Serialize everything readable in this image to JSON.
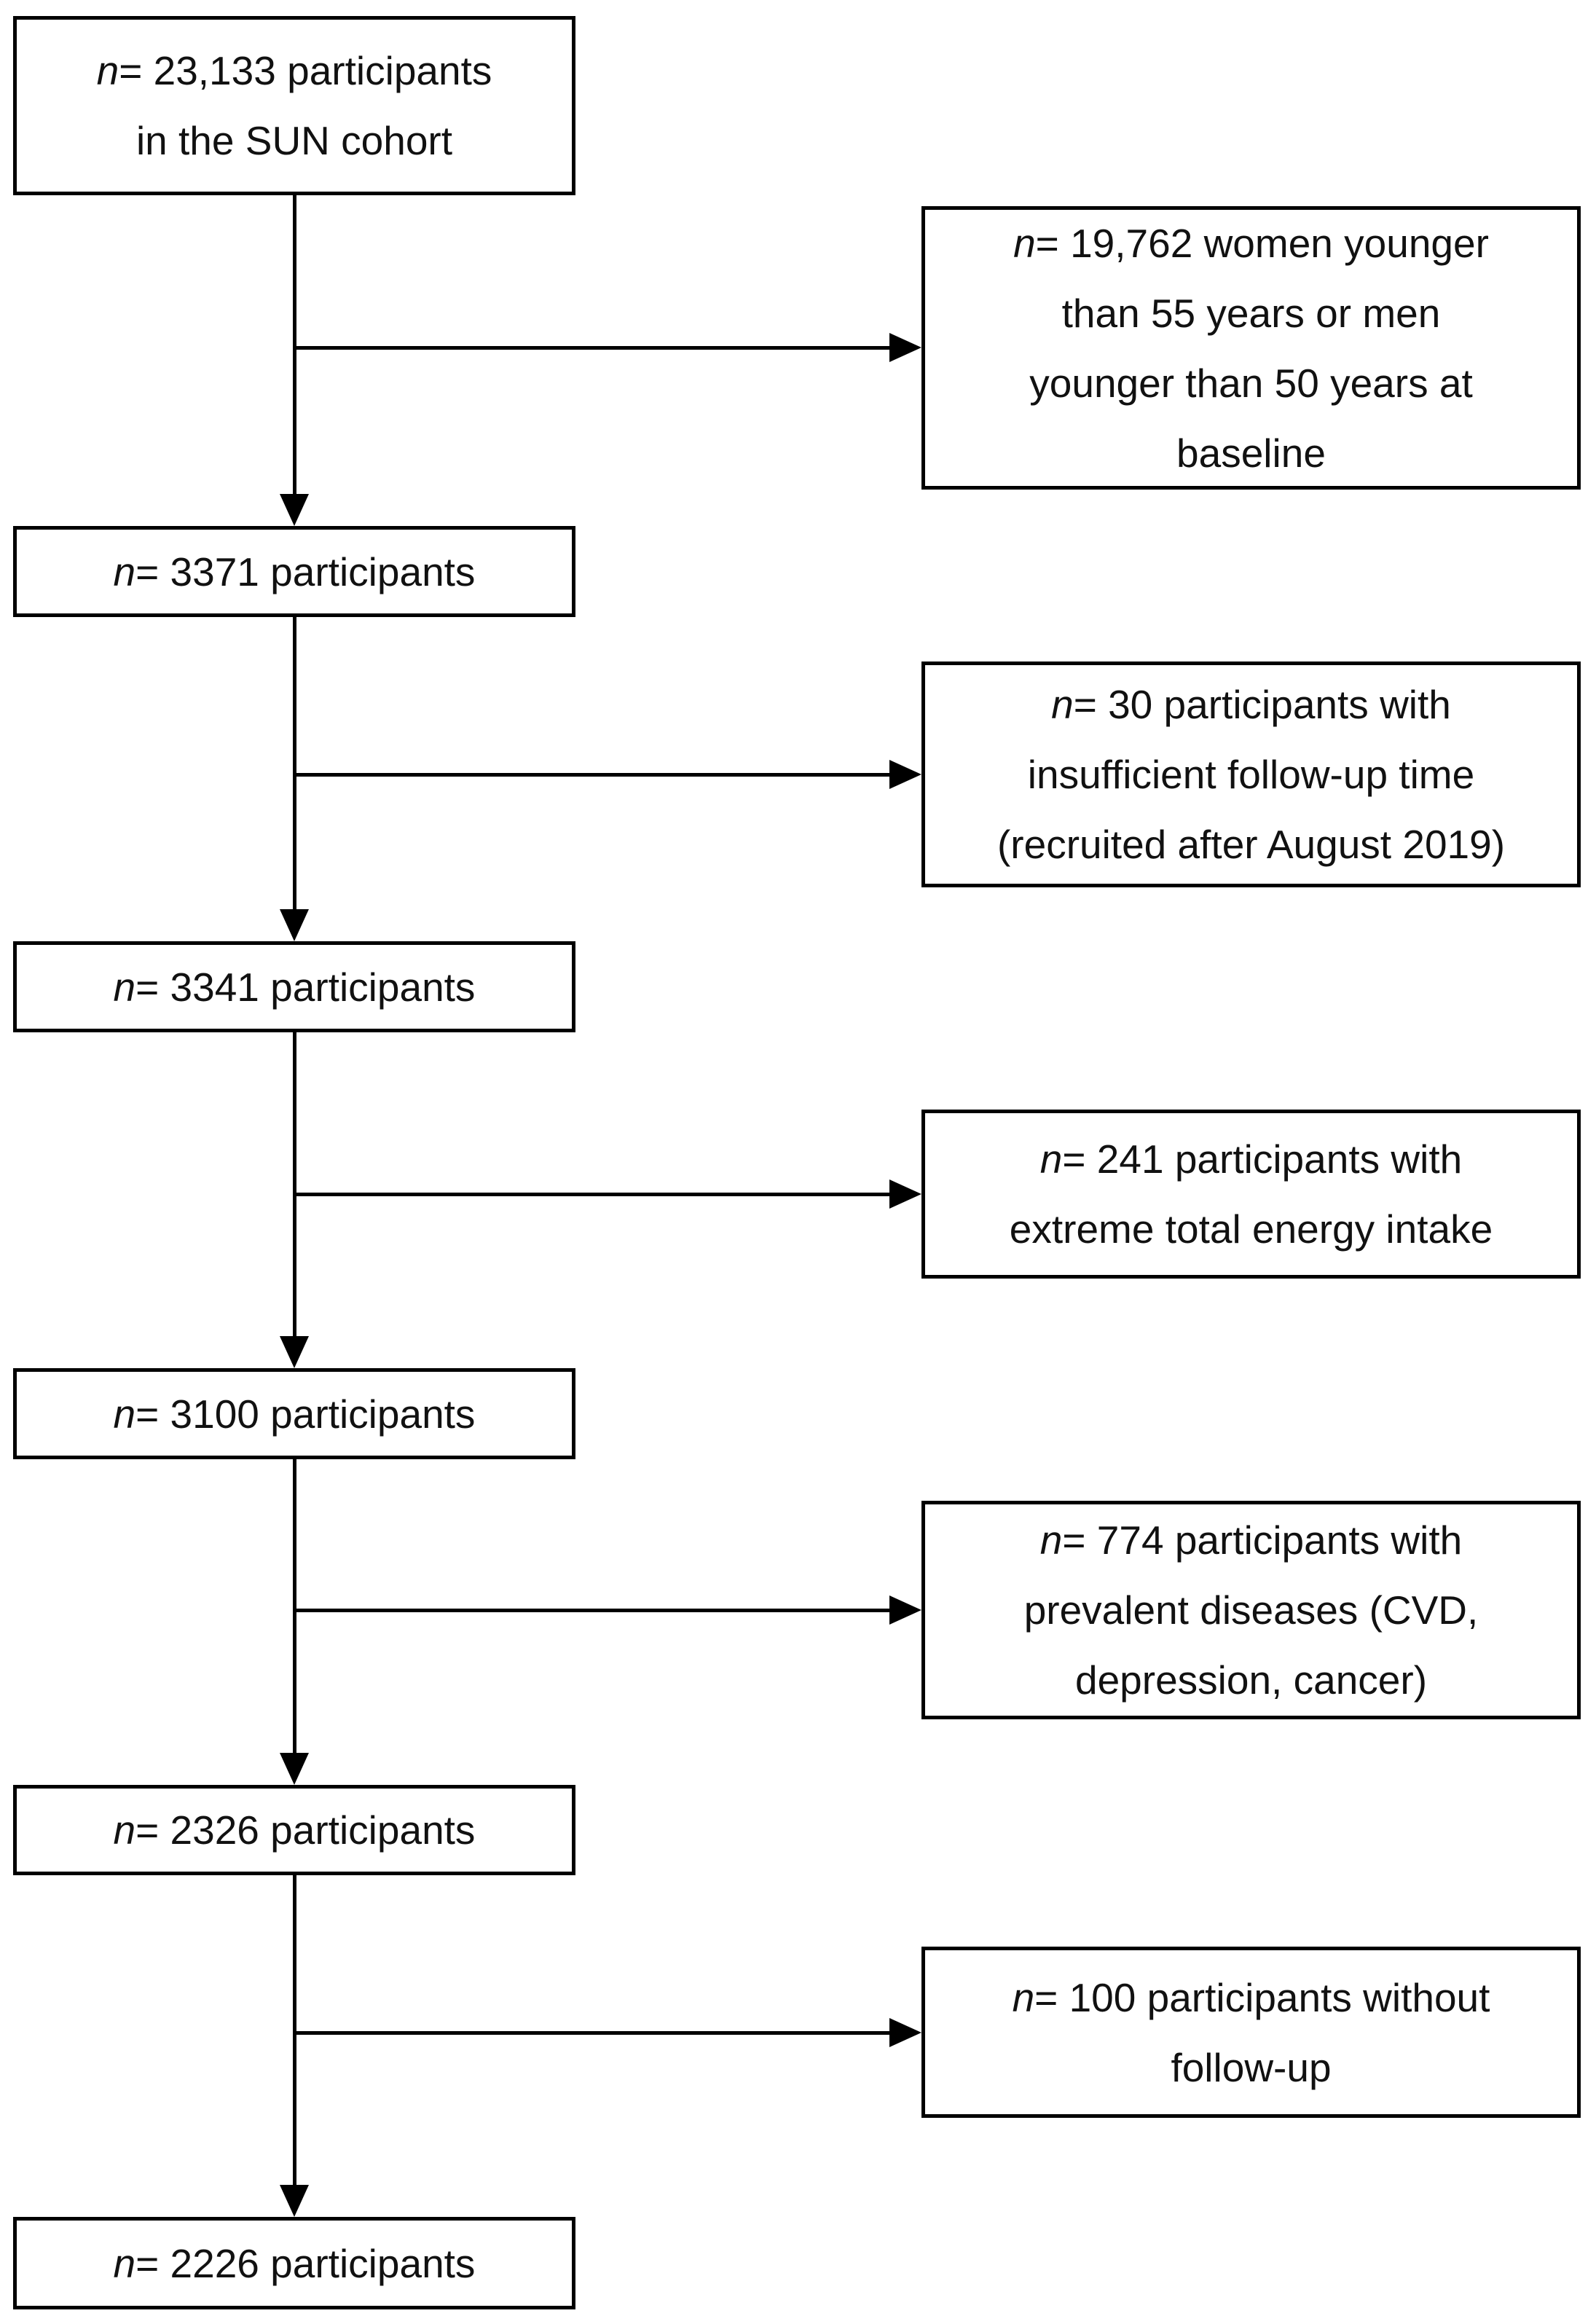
{
  "flow": {
    "main_boxes": [
      {
        "n": "n",
        "text": "= 23,133 participants\nin the SUN cohort"
      },
      {
        "n": "n",
        "text": "= 3371 participants"
      },
      {
        "n": "n",
        "text": "= 3341 participants"
      },
      {
        "n": "n",
        "text": "= 3100 participants"
      },
      {
        "n": "n",
        "text": "= 2326 participants"
      },
      {
        "n": "n",
        "text": "= 2226 participants"
      }
    ],
    "exclusion_boxes": [
      {
        "n": "n",
        "text": "= 19,762 women younger\nthan 55 years or men\nyounger than 50 years at\nbaseline"
      },
      {
        "n": "n",
        "text": "= 30 participants with\ninsufficient follow-up time\n(recruited after August 2019)"
      },
      {
        "n": "n",
        "text": "= 241 participants with\nextreme total energy intake"
      },
      {
        "n": "n",
        "text": "= 774 participants with\nprevalent diseases (CVD,\ndepression, cancer)"
      },
      {
        "n": "n",
        "text": "= 100 participants without\nfollow-up"
      }
    ],
    "colors": {
      "background": "#ffffff",
      "box_border": "#000000",
      "line": "#000000",
      "text": "#111111"
    }
  }
}
